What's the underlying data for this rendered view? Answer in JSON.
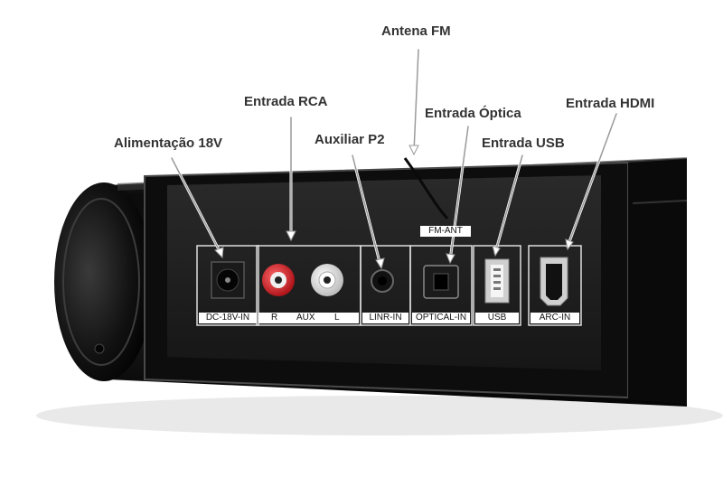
{
  "callouts": {
    "antena_fm": "Antena FM",
    "entrada_rca": "Entrada RCA",
    "entrada_optica": "Entrada Óptica",
    "entrada_hdmi": "Entrada HDMI",
    "alimentacao": "Alimentação 18V",
    "auxiliar_p2": "Auxiliar P2",
    "entrada_usb": "Entrada USB"
  },
  "port_labels": {
    "fm_ant": "FM-ANT",
    "dc_in": "DC-18V-IN",
    "rca_r": "R",
    "rca_aux": "AUX",
    "rca_l": "L",
    "linr_in": "LINR-IN",
    "optical_in": "OPTICAL-IN",
    "usb": "USB",
    "arc_in": "ARC-IN"
  },
  "colors": {
    "body": "#111111",
    "panel": "#1c1c1c",
    "rca_red": "#d8232a",
    "rca_white": "#e8e8e8",
    "label_text": "#333333",
    "leader_line": "#ffffff"
  }
}
